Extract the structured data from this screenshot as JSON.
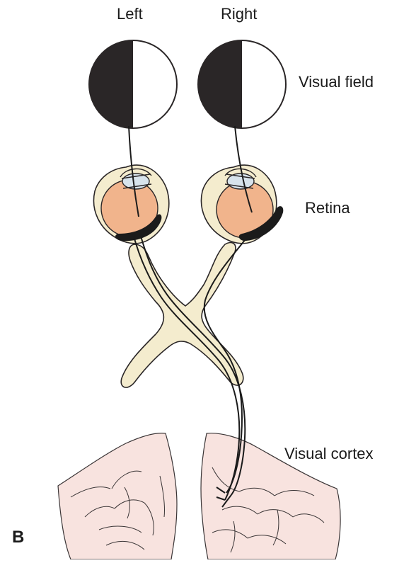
{
  "figure": {
    "panel_letter": "B",
    "labels": {
      "left": "Left",
      "right": "Right",
      "visual_field": "Visual field",
      "retina": "Retina",
      "visual_cortex": "Visual cortex"
    },
    "colors": {
      "field_dark": "#2a2627",
      "field_light": "#ffffff",
      "eyeball": "#f1b48c",
      "nerve_fill": "#f4ecce",
      "lens": "#d7e3ec",
      "cortex_fill": "#f8e3df",
      "pathway": "#1b1b1b"
    }
  }
}
